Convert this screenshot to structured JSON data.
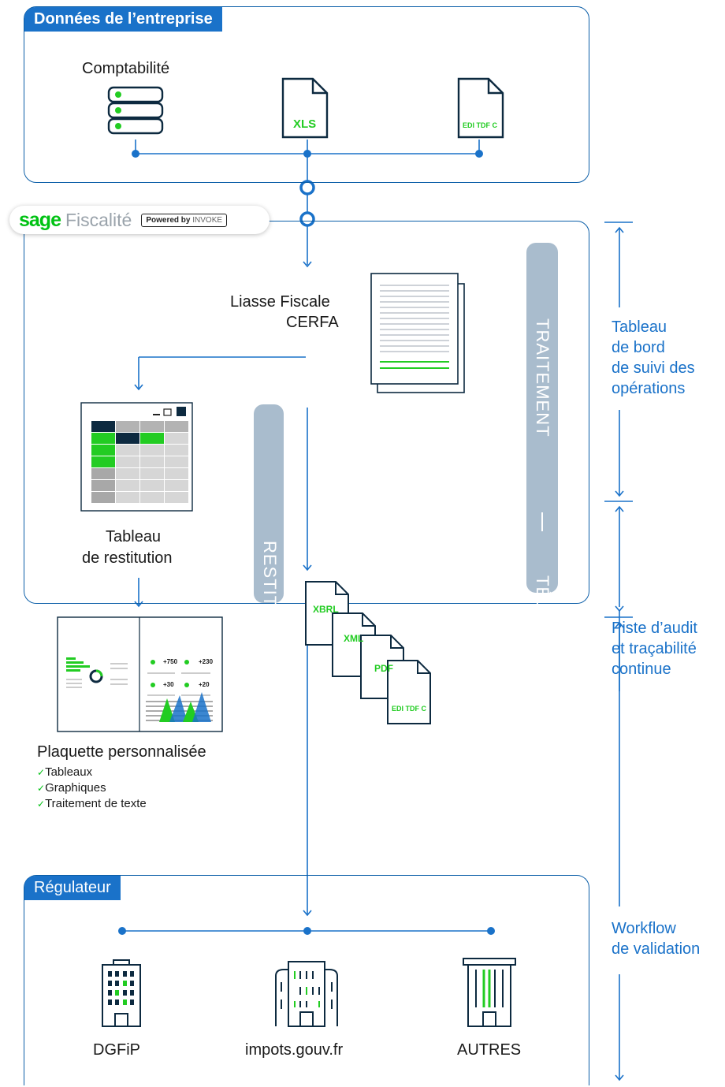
{
  "section_company": {
    "title": "Données de l’entreprise",
    "items": [
      "Comptabilité",
      "XLS",
      "EDI TDF C"
    ]
  },
  "brand": {
    "sage": "sage",
    "fiscalite": "Fiscalité",
    "powered_by": "Powered by",
    "invoke": "INVOKE"
  },
  "main": {
    "liasse_line1": "Liasse Fiscale",
    "liasse_line2": "CERFA",
    "tableau_line1": "Tableau",
    "tableau_line2": "de restitution",
    "plaquette_title": "Plaquette personnalisée",
    "plaquette_items": [
      "Tableaux",
      "Graphiques",
      "Traitement de texte"
    ],
    "restitution": "RESTITUTION",
    "traitement": "TRAITEMENT",
    "teledeclaration": "TÉLÉDÉCLARATION",
    "file_types": [
      "XBRL",
      "XML",
      "PDF",
      "EDI TDF C"
    ],
    "kpis": [
      "+750",
      "+230",
      "+30",
      "+20"
    ]
  },
  "side_labels": {
    "a": [
      "Tableau",
      "de bord",
      "de suivi des",
      "opérations"
    ],
    "b": [
      "Piste d’audit",
      "et traçabilité",
      "continue"
    ],
    "c": [
      "Workflow",
      "de validation"
    ]
  },
  "regulator": {
    "title": "Régulateur",
    "items": [
      "DGFiP",
      "impots.gouv.fr",
      "AUTRES"
    ]
  },
  "colors": {
    "accent": "#1a72c9",
    "green": "#00c213",
    "navy": "#0d2a40",
    "bar": "#a9bccd"
  }
}
